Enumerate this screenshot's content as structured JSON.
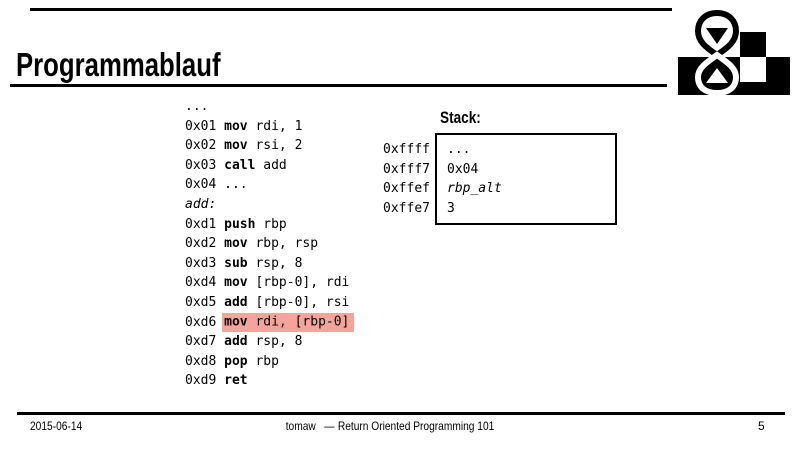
{
  "slide": {
    "title": "Programmablauf",
    "page_number": "5",
    "footer": {
      "date": "2015-06-14",
      "author": "tomaw",
      "separator": "—",
      "talk_title": "Return Oriented Programming 101"
    }
  },
  "colors": {
    "text": "#000000",
    "highlight": "#f5a49c"
  },
  "logo": {
    "name": "hourglass-logo"
  },
  "code": {
    "lines": [
      {
        "addr": "",
        "kw": "",
        "rest": "...",
        "italic": false,
        "highlight": false
      },
      {
        "addr": "0x01",
        "kw": "mov",
        "rest": " rdi, 1",
        "italic": false,
        "highlight": false
      },
      {
        "addr": "0x02",
        "kw": "mov",
        "rest": " rsi, 2",
        "italic": false,
        "highlight": false
      },
      {
        "addr": "0x03",
        "kw": "call",
        "rest": " add",
        "italic": false,
        "highlight": false
      },
      {
        "addr": "0x04",
        "kw": "",
        "rest": "...",
        "italic": false,
        "highlight": false
      },
      {
        "addr": "",
        "kw": "",
        "rest": "add:",
        "italic": true,
        "highlight": false
      },
      {
        "addr": "0xd1",
        "kw": "push",
        "rest": " rbp",
        "italic": false,
        "highlight": false
      },
      {
        "addr": "0xd2",
        "kw": "mov",
        "rest": " rbp, rsp",
        "italic": false,
        "highlight": false
      },
      {
        "addr": "0xd3",
        "kw": "sub",
        "rest": " rsp, 8",
        "italic": false,
        "highlight": false
      },
      {
        "addr": "0xd4",
        "kw": "mov",
        "rest": " [rbp-0], rdi",
        "italic": false,
        "highlight": false
      },
      {
        "addr": "0xd5",
        "kw": "add",
        "rest": " [rbp-0], rsi",
        "italic": false,
        "highlight": false
      },
      {
        "addr": "0xd6",
        "kw": "mov",
        "rest": " rdi, [rbp-0]",
        "italic": false,
        "highlight": true
      },
      {
        "addr": "0xd7",
        "kw": "add",
        "rest": " rsp, 8",
        "italic": false,
        "highlight": false
      },
      {
        "addr": "0xd8",
        "kw": "pop",
        "rest": " rbp",
        "italic": false,
        "highlight": false
      },
      {
        "addr": "0xd9",
        "kw": "ret",
        "rest": "",
        "italic": false,
        "highlight": false
      }
    ]
  },
  "stack": {
    "label": "Stack:",
    "rows": [
      {
        "addr": "0xffff",
        "value": "...",
        "italic": false
      },
      {
        "addr": "0xfff7",
        "value": "0x04",
        "italic": false
      },
      {
        "addr": "0xffef",
        "value": "rbp_alt",
        "italic": true
      },
      {
        "addr": "0xffe7",
        "value": "3",
        "italic": false
      }
    ]
  }
}
